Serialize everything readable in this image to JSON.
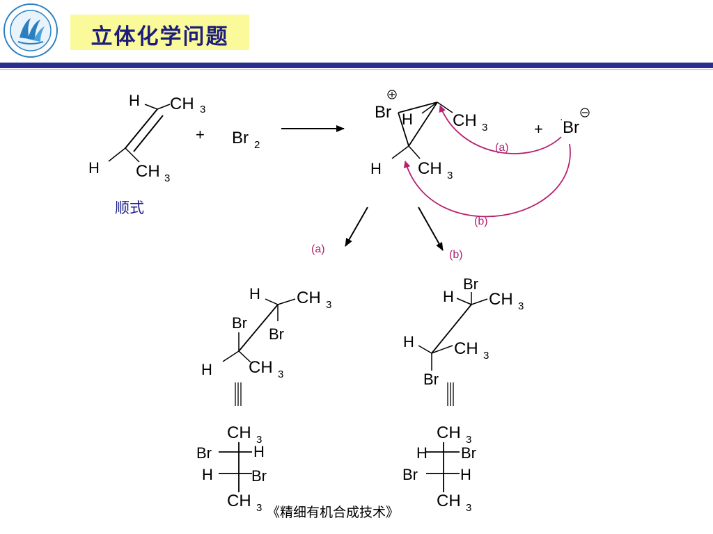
{
  "slide": {
    "title": "立体化学问题",
    "footer": "《精细有机合成技术》"
  },
  "reactants": {
    "alkene": {
      "h_top": "H",
      "ch3_top": "CH",
      "ch3_top_sub": "3",
      "h_bottom": "H",
      "ch3_bottom": "CH",
      "ch3_bottom_sub": "3",
      "label": "顺式"
    },
    "plus": "+",
    "bromine": "Br",
    "bromine_sub": "2"
  },
  "intermediate": {
    "br": "Br",
    "plus_charge": "+",
    "h_top": "H",
    "ch3_top": "CH",
    "ch3_top_sub": "3",
    "h_bottom": "H",
    "ch3_bottom": "CH",
    "ch3_bottom_sub": "3",
    "plus": "+",
    "bromide": "Br",
    "minus_charge": "−",
    "path_a_label": "(a)",
    "path_b_label": "(b)"
  },
  "arrows": {
    "a_label": "(a)",
    "b_label": "(b)"
  },
  "product_a": {
    "upper": {
      "h": "H",
      "ch3": "CH",
      "ch3_sub": "3",
      "br": "Br"
    },
    "lower": {
      "br": "Br",
      "h": "H",
      "ch3": "CH",
      "ch3_sub": "3"
    },
    "equiv": "|||",
    "fischer": {
      "top": "CH",
      "top_sub": "3",
      "row1_left": "Br",
      "row1_right": "H",
      "row2_left": "H",
      "row2_right": "Br",
      "bottom": "CH",
      "bottom_sub": "3"
    }
  },
  "product_b": {
    "upper": {
      "br": "Br",
      "h": "H",
      "ch3": "CH",
      "ch3_sub": "3"
    },
    "lower": {
      "h": "H",
      "ch3": "CH",
      "ch3_sub": "3",
      "br": "Br"
    },
    "equiv": "|||",
    "fischer": {
      "top": "CH",
      "top_sub": "3",
      "row1_left": "H",
      "row1_right": "Br",
      "row2_left": "Br",
      "row2_right": "H",
      "bottom": "CH",
      "bottom_sub": "3"
    }
  },
  "colors": {
    "title_bg": "#fafa9a",
    "title_text": "#1c1c7a",
    "header_rule": "#2a2f8f",
    "arrow_magenta": "#b5206e",
    "label_blue": "#1a1a8c"
  }
}
